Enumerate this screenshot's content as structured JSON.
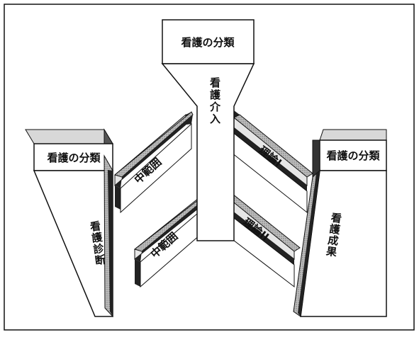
{
  "diagram": {
    "center_block": {
      "header": "看護の分類",
      "body_text": "看護介入"
    },
    "left_block": {
      "header": "看護の分類",
      "body_text": "看護診断"
    },
    "right_block": {
      "header": "看護の分類",
      "body_text": "看護成果"
    },
    "connectors": {
      "left_upper": "中範囲",
      "left_lower": "中範囲",
      "right_upper": "理論I",
      "right_lower": "理論II"
    }
  },
  "colors": {
    "outline": "#111111",
    "dark_face": "#222222",
    "shade_face": "#9a9a9a",
    "light_face": "#d8d8d8",
    "paper": "#ffffff"
  }
}
